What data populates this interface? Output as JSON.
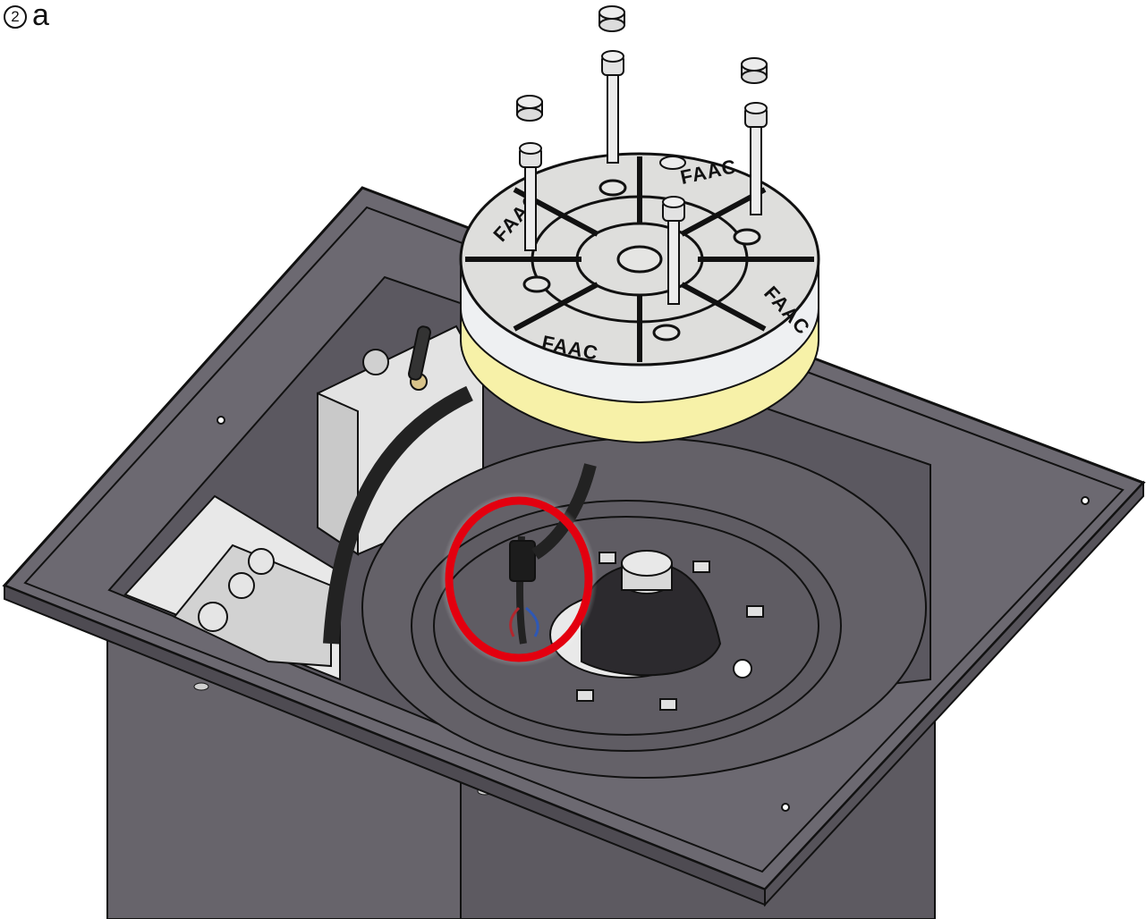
{
  "step": {
    "number": "2",
    "letter": "a"
  },
  "brand_marks": [
    "FAAC",
    "FAAC",
    "FAAC",
    "FAAC"
  ],
  "colors": {
    "housing": "#6b6870",
    "housing_dark": "#4a474e",
    "outline": "#111111",
    "cap": "#dcdcda",
    "yellow_band": "#f7f1a8",
    "highlight": "#e3000f",
    "metal": "#d9d9d9"
  },
  "highlight": {
    "shape": "ring",
    "target": "connector-cable"
  },
  "icons": [
    "step-number-circle",
    "bolt",
    "bolt-cap",
    "connector",
    "cable-gland"
  ]
}
